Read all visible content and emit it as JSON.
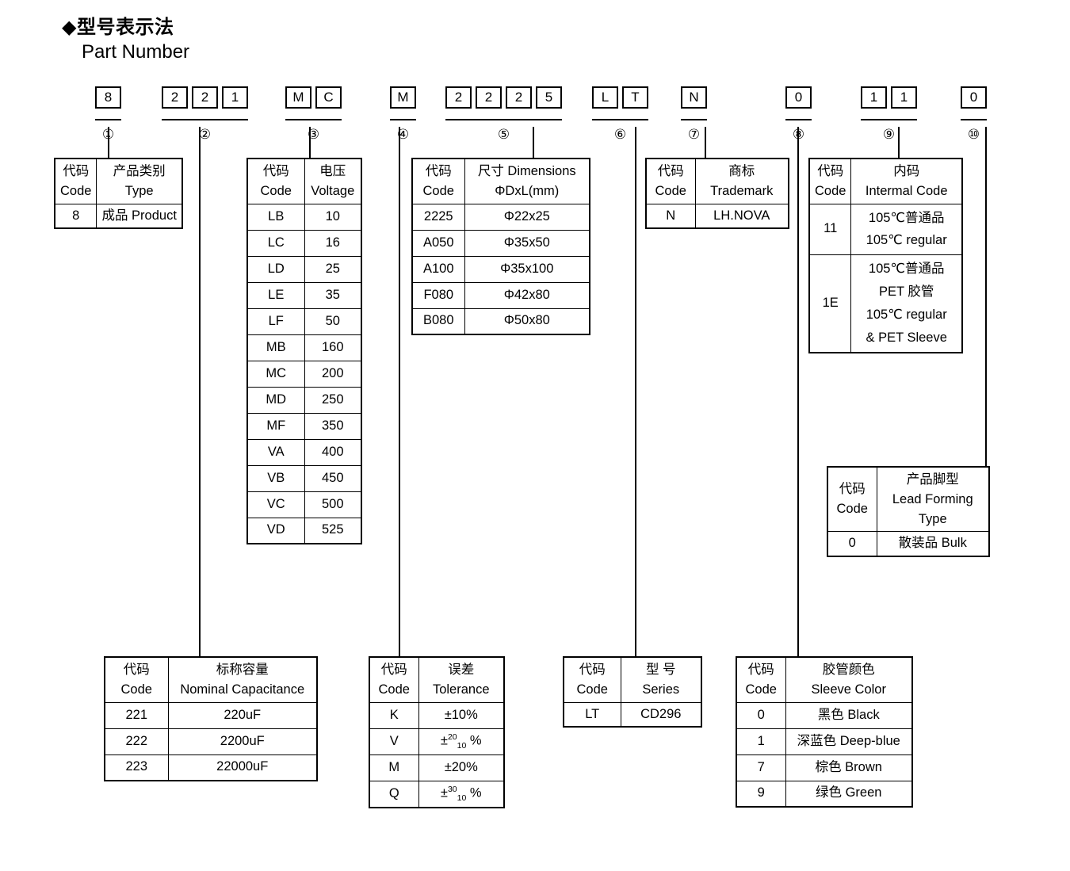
{
  "title": {
    "cn": "◆型号表示法",
    "en": "Part Number"
  },
  "part_number": {
    "segments": [
      {
        "marker": "①",
        "chars": [
          "8"
        ]
      },
      {
        "marker": "②",
        "chars": [
          "2",
          "2",
          "1"
        ]
      },
      {
        "marker": "③",
        "chars": [
          "M",
          "C"
        ]
      },
      {
        "marker": "④",
        "chars": [
          "M"
        ]
      },
      {
        "marker": "⑤",
        "chars": [
          "2",
          "2",
          "2",
          "5"
        ]
      },
      {
        "marker": "⑥",
        "chars": [
          "L",
          "T"
        ]
      },
      {
        "marker": "⑦",
        "chars": [
          "N"
        ]
      },
      {
        "marker": "⑧",
        "chars": [
          "0"
        ]
      },
      {
        "marker": "⑨",
        "chars": [
          "1",
          "1"
        ]
      },
      {
        "marker": "⑩",
        "chars": [
          "0"
        ]
      }
    ]
  },
  "tables": {
    "type": {
      "header": {
        "code_cn": "代码",
        "code_en": "Code",
        "value_cn": "产品类别",
        "value_en": "Type"
      },
      "rows": [
        {
          "code": "8",
          "value": "成品 Product"
        }
      ]
    },
    "voltage": {
      "header": {
        "code_cn": "代码",
        "code_en": "Code",
        "value_cn": "电压",
        "value_en": "Voltage"
      },
      "rows": [
        {
          "code": "LB",
          "value": "10"
        },
        {
          "code": "LC",
          "value": "16"
        },
        {
          "code": "LD",
          "value": "25"
        },
        {
          "code": "LE",
          "value": "35"
        },
        {
          "code": "LF",
          "value": "50"
        },
        {
          "code": "MB",
          "value": "160"
        },
        {
          "code": "MC",
          "value": "200"
        },
        {
          "code": "MD",
          "value": "250"
        },
        {
          "code": "MF",
          "value": "350"
        },
        {
          "code": "VA",
          "value": "400"
        },
        {
          "code": "VB",
          "value": "450"
        },
        {
          "code": "VC",
          "value": "500"
        },
        {
          "code": "VD",
          "value": "525"
        }
      ]
    },
    "dimensions": {
      "header": {
        "code_cn": "代码",
        "code_en": "Code",
        "value_cn": "尺寸 Dimensions",
        "value_en": "ΦDxL(mm)"
      },
      "rows": [
        {
          "code": "2225",
          "value": "Φ22x25"
        },
        {
          "code": "A050",
          "value": "Φ35x50"
        },
        {
          "code": "A100",
          "value": "Φ35x100"
        },
        {
          "code": "F080",
          "value": "Φ42x80"
        },
        {
          "code": "B080",
          "value": "Φ50x80"
        }
      ]
    },
    "trademark": {
      "header": {
        "code_cn": "代码",
        "code_en": "Code",
        "value_cn": "商标",
        "value_en": "Trademark"
      },
      "rows": [
        {
          "code": "N",
          "value": "LH.NOVA"
        }
      ]
    },
    "internal_code": {
      "header": {
        "code_cn": "代码",
        "code_en": "Code",
        "value_cn": "内码",
        "value_en": "Intermal Code"
      },
      "rows": [
        {
          "code": "11",
          "lines": [
            "105℃普通品",
            "105℃ regular"
          ]
        },
        {
          "code": "1E",
          "lines": [
            "105℃普通品",
            "PET 胶管",
            "105℃ regular",
            "& PET Sleeve"
          ]
        }
      ]
    },
    "lead_forming": {
      "header": {
        "code_cn": "代码",
        "code_en": "Code",
        "value_cn": "产品脚型",
        "value_en": "Lead Forming",
        "value_en2": "Type"
      },
      "rows": [
        {
          "code": "0",
          "value": "散装品 Bulk"
        }
      ]
    },
    "capacitance": {
      "header": {
        "code_cn": "代码",
        "code_en": "Code",
        "value_cn": "标称容量",
        "value_en": "Nominal Capacitance"
      },
      "rows": [
        {
          "code": "221",
          "value": "220uF"
        },
        {
          "code": "222",
          "value": "2200uF"
        },
        {
          "code": "223",
          "value": "22000uF"
        }
      ]
    },
    "tolerance": {
      "header": {
        "code_cn": "代码",
        "code_en": "Code",
        "value_cn": "误差",
        "value_en": "Tolerance"
      },
      "rows": [
        {
          "code": "K",
          "value": "±10%",
          "sup": "",
          "sub": "",
          "tail": ""
        },
        {
          "code": "V",
          "value": "±",
          "sup": "20",
          "sub": "10",
          "tail": "%"
        },
        {
          "code": "M",
          "value": "±20%",
          "sup": "",
          "sub": "",
          "tail": ""
        },
        {
          "code": "Q",
          "value": "±",
          "sup": "30",
          "sub": "10",
          "tail": "%"
        }
      ]
    },
    "series": {
      "header": {
        "code_cn": "代码",
        "code_en": "Code",
        "value_cn": "型 号",
        "value_en": "Series"
      },
      "rows": [
        {
          "code": "LT",
          "value": "CD296"
        }
      ]
    },
    "sleeve_color": {
      "header": {
        "code_cn": "代码",
        "code_en": "Code",
        "value_cn": "胶管颜色",
        "value_en": "Sleeve Color"
      },
      "rows": [
        {
          "code": "0",
          "value": "黑色 Black"
        },
        {
          "code": "1",
          "value": "深蓝色 Deep-blue"
        },
        {
          "code": "7",
          "value": "棕色 Brown"
        },
        {
          "code": "9",
          "value": "绿色 Green"
        }
      ]
    }
  }
}
